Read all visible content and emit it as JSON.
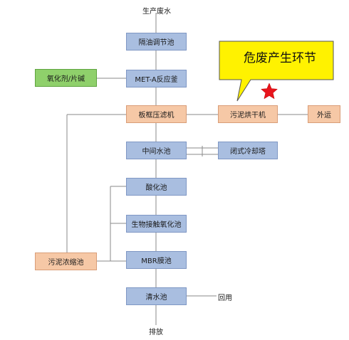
{
  "diagram": {
    "input_label": "生产废水",
    "output_label": "排放",
    "reuse_label": "回用",
    "chain": [
      "隔油调节池",
      "MET-A反应釜",
      "板框压滤机",
      "中间水池",
      "酸化池",
      "生物接触氧化池",
      "MBR膜池",
      "清水池"
    ],
    "dosing": "氧化剂/片碱",
    "sludge_dryer": "污泥烘干机",
    "outbound": "外运",
    "cooling_tower": "闭式冷却塔",
    "sludge_thickener": "污泥浓缩池"
  },
  "callout": {
    "text": "危废产生环节",
    "fill_color": "#fff200",
    "star_color": "#e8141c"
  },
  "colors": {
    "process_box": "#a9bee0",
    "sludge_box": "#f6c8a6",
    "chemical_box": "#8fd06b",
    "line": "#8a8a8a"
  }
}
